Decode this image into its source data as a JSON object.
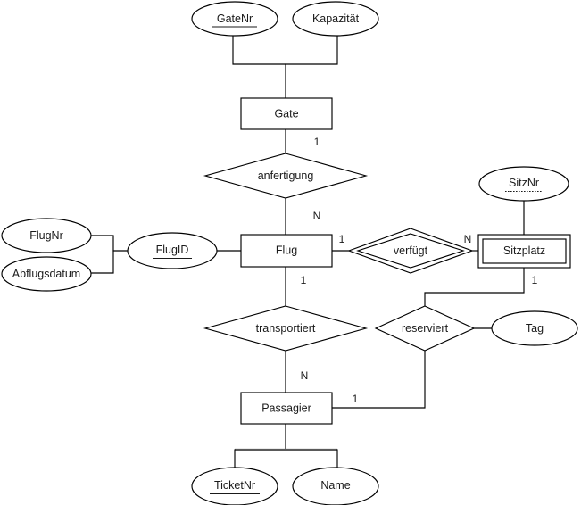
{
  "diagram": {
    "type": "entity-relationship-diagram",
    "notation": "Chen",
    "language": "de",
    "background_color": "#ffffff",
    "line_color": "#000000",
    "text_color": "#1a1a1a",
    "entities": [
      {
        "id": "gate",
        "label": "Gate",
        "weak": false
      },
      {
        "id": "flug",
        "label": "Flug",
        "weak": false
      },
      {
        "id": "sitzplatz",
        "label": "Sitzplatz",
        "weak": true
      },
      {
        "id": "passagier",
        "label": "Passagier",
        "weak": false
      }
    ],
    "relationships": [
      {
        "id": "anfertigung",
        "label": "anfertigung",
        "identifying": false
      },
      {
        "id": "verfuegt",
        "label": "verfügt",
        "identifying": true
      },
      {
        "id": "transportiert",
        "label": "transportiert",
        "identifying": false
      },
      {
        "id": "reserviert",
        "label": "reserviert",
        "identifying": false
      }
    ],
    "attributes": [
      {
        "id": "gatenr",
        "label": "GateNr",
        "key": "primary",
        "underline": "solid",
        "owner": "gate"
      },
      {
        "id": "kapazitaet",
        "label": "Kapazität",
        "key": "none",
        "underline": "none",
        "owner": "gate"
      },
      {
        "id": "flugnr",
        "label": "FlugNr",
        "key": "none",
        "underline": "none",
        "owner": "flugid"
      },
      {
        "id": "abflugsdatum",
        "label": "Abflugsdatum",
        "key": "none",
        "underline": "none",
        "owner": "flugid"
      },
      {
        "id": "flugid",
        "label": "FlugID",
        "key": "primary",
        "underline": "solid",
        "owner": "flug"
      },
      {
        "id": "sitznr",
        "label": "SitzNr",
        "key": "partial",
        "underline": "dotted",
        "owner": "sitzplatz"
      },
      {
        "id": "tag",
        "label": "Tag",
        "key": "none",
        "underline": "none",
        "owner": "reserviert"
      },
      {
        "id": "ticketnr",
        "label": "TicketNr",
        "key": "primary",
        "underline": "solid",
        "owner": "passagier"
      },
      {
        "id": "name",
        "label": "Name",
        "key": "none",
        "underline": "none",
        "owner": "passagier"
      }
    ],
    "cardinalities": [
      {
        "id": "card-gate-anfertigung",
        "value": "1",
        "from": "gate",
        "to": "anfertigung"
      },
      {
        "id": "card-anfertigung-flug",
        "value": "N",
        "from": "anfertigung",
        "to": "flug"
      },
      {
        "id": "card-flug-verfuegt",
        "value": "1",
        "from": "flug",
        "to": "verfuegt"
      },
      {
        "id": "card-verfuegt-sitzplatz",
        "value": "N",
        "from": "verfuegt",
        "to": "sitzplatz"
      },
      {
        "id": "card-flug-transportiert",
        "value": "1",
        "from": "flug",
        "to": "transportiert"
      },
      {
        "id": "card-transportiert-passagier",
        "value": "N",
        "from": "transportiert",
        "to": "passagier"
      },
      {
        "id": "card-sitzplatz-reserviert",
        "value": "1",
        "from": "sitzplatz",
        "to": "reserviert"
      },
      {
        "id": "card-passagier-reserviert",
        "value": "1",
        "from": "passagier",
        "to": "reserviert"
      }
    ]
  }
}
